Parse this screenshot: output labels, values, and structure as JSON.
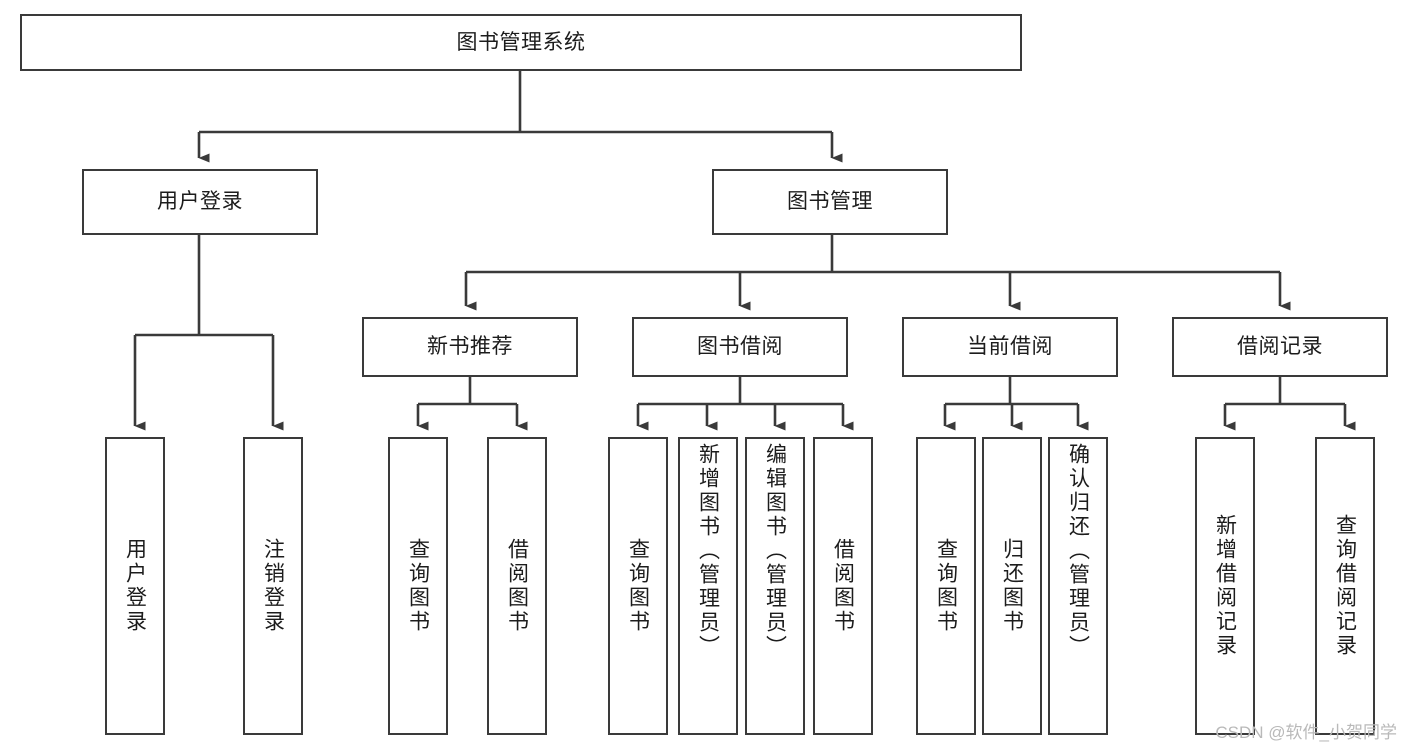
{
  "diagram": {
    "type": "tree-hierarchy",
    "title": "图书管理系统",
    "watermark": "CSDN @软件_小贺同学",
    "colors": {
      "box_border": "#3a3a3a",
      "box_fill": "#ffffff",
      "connector": "#3a3a3a",
      "text": "#1c1c1c",
      "watermark": "#b9b9b9",
      "background": "#ffffff"
    },
    "nodes": {
      "root": {
        "label": "图书管理系统",
        "orientation": "horizontal"
      },
      "level2": [
        {
          "id": "user-login",
          "label": "用户登录",
          "orientation": "horizontal"
        },
        {
          "id": "book-manage",
          "label": "图书管理",
          "orientation": "horizontal"
        }
      ],
      "level3": [
        {
          "id": "new-book-rec",
          "label": "新书推荐",
          "orientation": "horizontal"
        },
        {
          "id": "book-borrow",
          "label": "图书借阅",
          "orientation": "horizontal"
        },
        {
          "id": "current-borrow",
          "label": "当前借阅",
          "orientation": "horizontal"
        },
        {
          "id": "borrow-record",
          "label": "借阅记录",
          "orientation": "horizontal"
        }
      ],
      "leaves": {
        "user_login": [
          {
            "id": "leaf-user-login",
            "label": "用户登录",
            "orientation": "vertical"
          },
          {
            "id": "leaf-logout-login",
            "label": "注销登录",
            "orientation": "vertical"
          }
        ],
        "new_book_rec": [
          {
            "id": "leaf-query-book-1",
            "label": "查询图书",
            "orientation": "vertical"
          },
          {
            "id": "leaf-borrow-book-1",
            "label": "借阅图书",
            "orientation": "vertical"
          }
        ],
        "book_borrow": [
          {
            "id": "leaf-query-book-2",
            "label": "查询图书",
            "orientation": "vertical"
          },
          {
            "id": "leaf-add-book",
            "label": "新增图书（管理员）",
            "orientation": "vertical"
          },
          {
            "id": "leaf-edit-book",
            "label": "编辑图书（管理员）",
            "orientation": "vertical"
          },
          {
            "id": "leaf-borrow-book-2",
            "label": "借阅图书",
            "orientation": "vertical"
          }
        ],
        "current_borrow": [
          {
            "id": "leaf-query-book-3",
            "label": "查询图书",
            "orientation": "vertical"
          },
          {
            "id": "leaf-return-book",
            "label": "归还图书",
            "orientation": "vertical"
          },
          {
            "id": "leaf-confirm-return",
            "label": "确认归还（管理员）",
            "orientation": "vertical"
          }
        ],
        "borrow_record": [
          {
            "id": "leaf-add-record",
            "label": "新增借阅记录",
            "orientation": "vertical"
          },
          {
            "id": "leaf-query-record",
            "label": "查询借阅记录",
            "orientation": "vertical"
          }
        ]
      }
    }
  }
}
